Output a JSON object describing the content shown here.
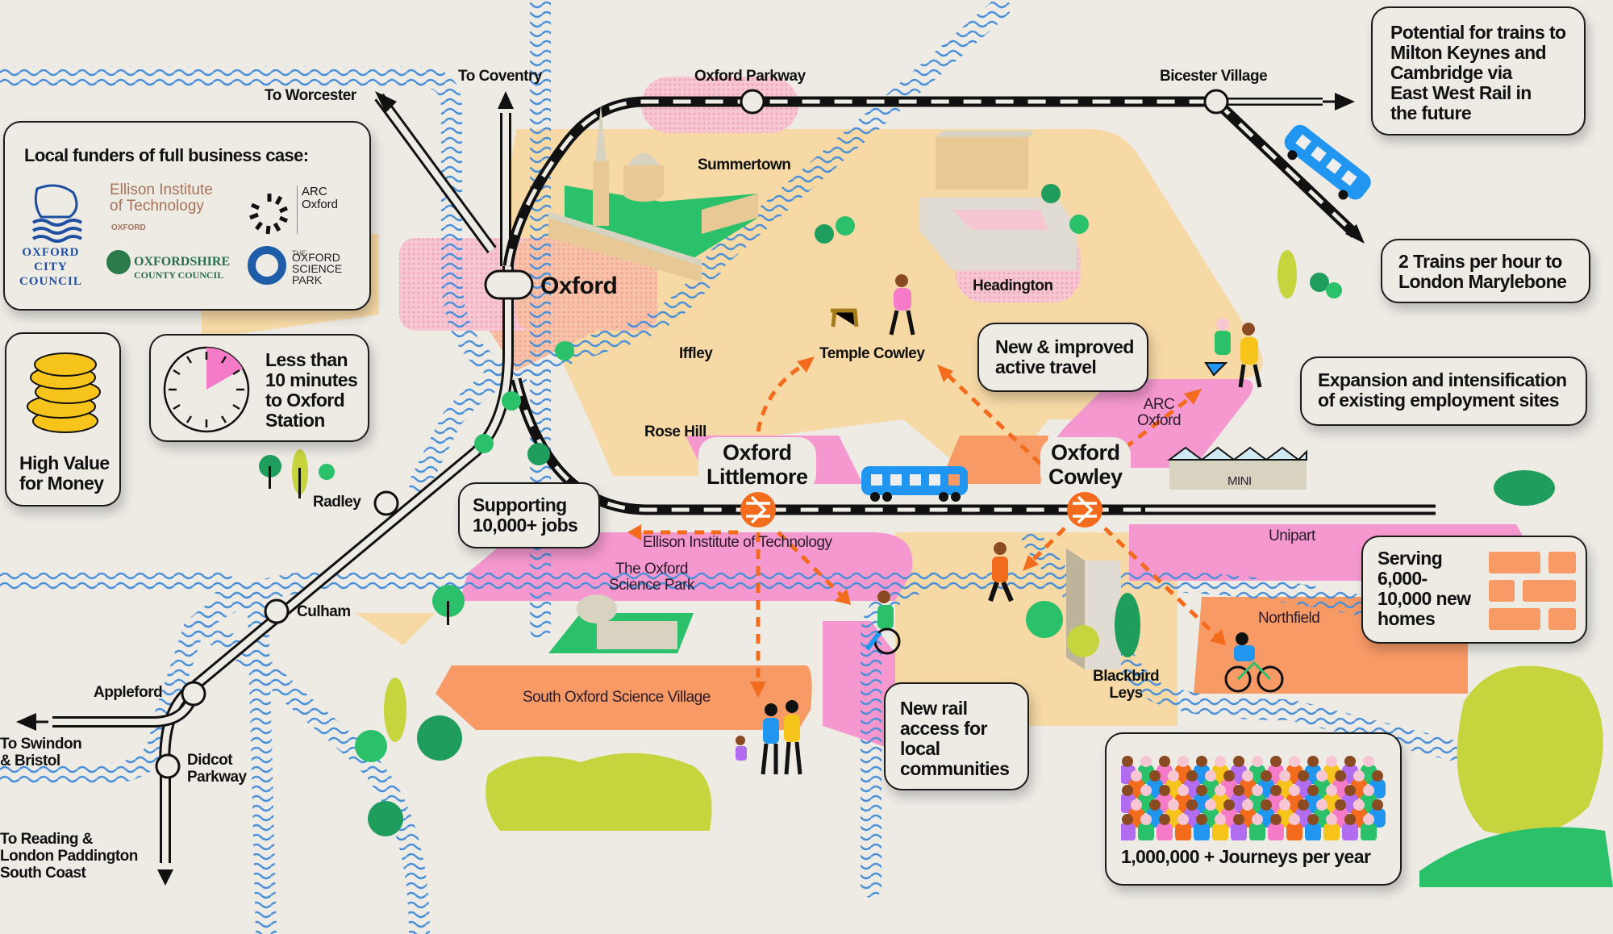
{
  "map": {
    "title": "East West Rail / Cowley Branch Line map",
    "colors": {
      "background": "#eeebe5",
      "residential": "#f6d9a5",
      "employment": "#f598cf",
      "housing": "#f79a66",
      "green": "#2bc06a",
      "river": "#4a90d9",
      "rail_accent": "#f36b1c",
      "train": "#2196f0"
    },
    "destinations": {
      "worcester": "To Worcester",
      "coventry": "To Coventry",
      "swindon": "To Swindon\n& Bristol",
      "reading": "To Reading &\nLondon Paddington\nSouth Coast"
    },
    "stations": {
      "oxford_parkway": "Oxford Parkway",
      "bicester_village": "Bicester Village",
      "oxford": "Oxford",
      "radley": "Radley",
      "culham": "Culham",
      "appleford": "Appleford",
      "didcot": "Didcot\nParkway",
      "oxford_littlemore": "Oxford\nLittlemore",
      "oxford_cowley": "Oxford\nCowley"
    },
    "areas": {
      "summertown": "Summertown",
      "headington": "Headington",
      "iffley": "Iffley",
      "temple_cowley": "Temple Cowley",
      "rose_hill": "Rose Hill",
      "arc_oxford": "ARC\nOxford",
      "mini": "MINI",
      "ellison": "Ellison Institute of Technology",
      "oxford_science_park": "The Oxford\nScience Park",
      "south_oxford_science_village": "South Oxford Science Village",
      "unipart": "Unipart",
      "northfield": "Northfield",
      "blackbird_leys": "Blackbird\nLeys"
    }
  },
  "funders": {
    "title": "Local funders of full business case:",
    "logos": {
      "oxford_city_council": "OXFORD\nCITY\nCOUNCIL",
      "ellison_line1": "Ellison Institute",
      "ellison_line2": "of Technology",
      "ellison_sub": "OXFORD",
      "arc": "ARC\nOxford",
      "oxfordshire_line1": "OXFORDSHIRE",
      "oxfordshire_line2": "COUNTY COUNCIL",
      "osp_the": "THE",
      "osp": "OXFORD\nSCIENCE\nPARK"
    }
  },
  "cards": {
    "value": "High Value\nfor Money",
    "time": "Less than\n10 minutes\nto Oxford\nStation",
    "time_minutes_highlighted": 10,
    "jobs": "Supporting\n10,000+ jobs",
    "east_west_rail": "Potential for trains to\nMilton Keynes and\nCambridge via\nEast West Rail in\nthe future",
    "marylebone": "2 Trains per hour to\nLondon Marylebone",
    "active_travel": "New & improved\nactive travel",
    "employment": "Expansion and intensification\nof existing employment sites",
    "homes": "Serving\n6,000-\n10,000 new\nhomes",
    "rail_access": "New rail\naccess for\nlocal\ncommunities",
    "journeys": "1,000,000 + Journeys per year"
  }
}
